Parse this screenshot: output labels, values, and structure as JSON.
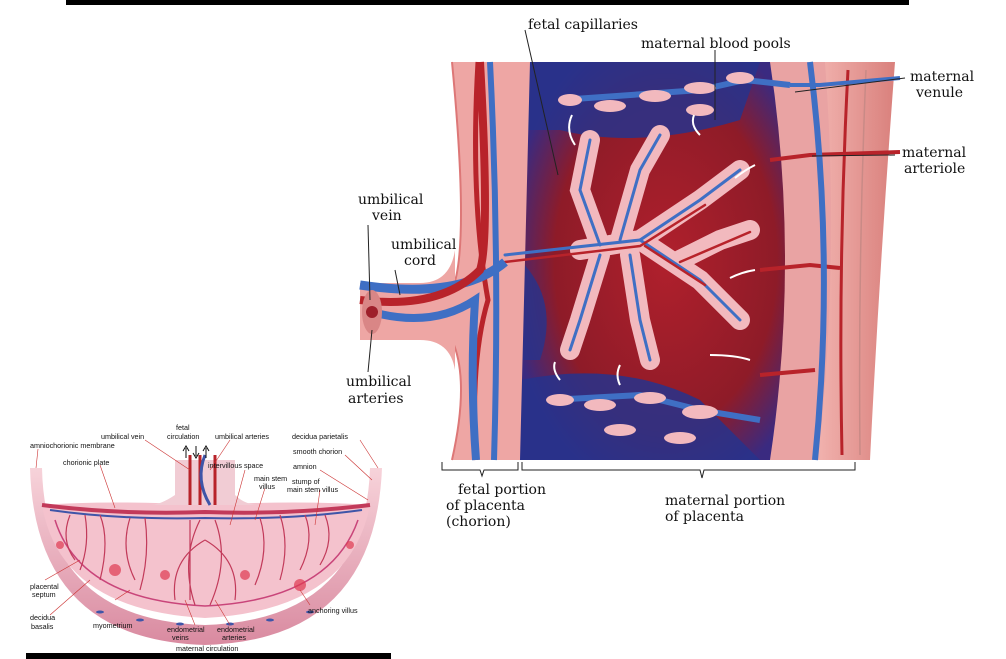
{
  "main_labels": {
    "fetal_capillaries": "fetal capillaries",
    "maternal_blood_pools": "maternal blood pools",
    "maternal_venule": [
      "maternal",
      "venule"
    ],
    "maternal_arteriole": [
      "maternal",
      "arteriole"
    ],
    "umbilical_vein": [
      "umbilical",
      "vein"
    ],
    "umbilical_cord": [
      "umbilical",
      "cord"
    ],
    "umbilical_arteries": [
      "umbilical",
      "arteries"
    ],
    "fetal_portion": [
      "fetal portion",
      "of placenta",
      "(chorion)"
    ],
    "maternal_portion": [
      "maternal portion",
      "of placenta"
    ]
  },
  "inset_labels": {
    "fetal_circulation": [
      "fetal",
      "circulation"
    ],
    "umbilical_vein": "umbilical vein",
    "umbilical_arteries": "umbilical arteries",
    "decidua_parietalis": "decidua parietalis",
    "amniochorionic_membrane": "amniochorionic membrane",
    "chorionic_plate": "chorionic plate",
    "smooth_chorion": "smooth chorion",
    "intervillous_space": "intervillous space",
    "amnion": "amnion",
    "main_stem_villus": [
      "main stem",
      "villus"
    ],
    "stump_of_main_stem_villus": [
      "stump of",
      "main stem villus"
    ],
    "placental_septum": [
      "placental",
      "septum"
    ],
    "decidua_basalis": [
      "decidua",
      "basalis"
    ],
    "myometrium": "myometrium",
    "endometrial_veins": [
      "endometrial",
      "veins"
    ],
    "endometrial_arteries": [
      "endometrial",
      "arteries"
    ],
    "anchoring_villus": "anchoring villus",
    "maternal_circulation": "maternal circulation"
  },
  "colors": {
    "vein_blue": "#3f6fc4",
    "artery_red": "#b8232a",
    "tissue_pink": "#e9a3a3",
    "blood_pool": "#9e1f2a",
    "deoxy_pool": "#27338c",
    "villus_pink": "#f2b9be"
  }
}
